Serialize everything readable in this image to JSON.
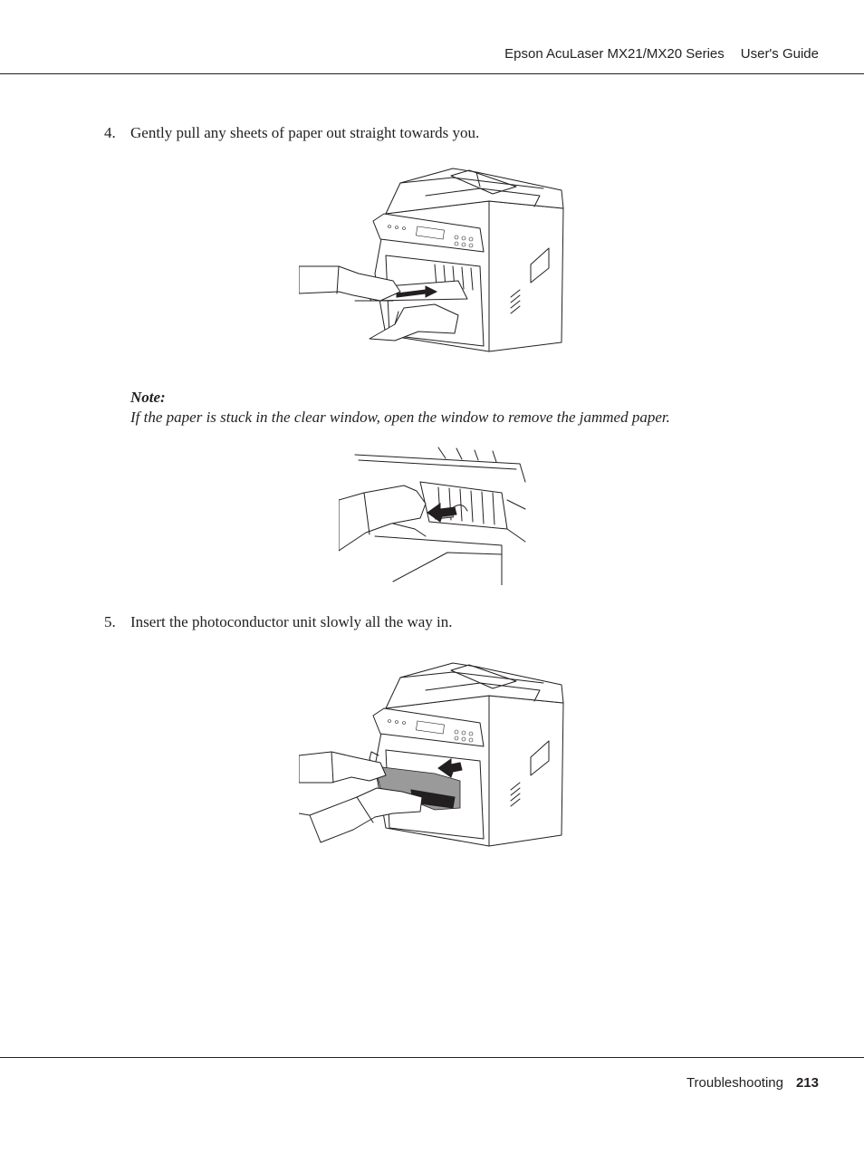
{
  "header": {
    "product": "Epson AcuLaser MX21/MX20 Series",
    "guide": "User's Guide"
  },
  "steps": [
    {
      "number": "4.",
      "text": "Gently pull any sheets of paper out straight towards you."
    },
    {
      "number": "5.",
      "text": "Insert the photoconductor unit slowly all the way in."
    }
  ],
  "note": {
    "title": "Note:",
    "body": "If the paper is stuck in the clear window, open the window to remove the jammed paper."
  },
  "figures": [
    {
      "icon": "printer-pull-paper-illustration"
    },
    {
      "icon": "clear-window-paper-removal-illustration"
    },
    {
      "icon": "photoconductor-insert-illustration"
    }
  ],
  "footer": {
    "section": "Troubleshooting",
    "page": "213"
  }
}
